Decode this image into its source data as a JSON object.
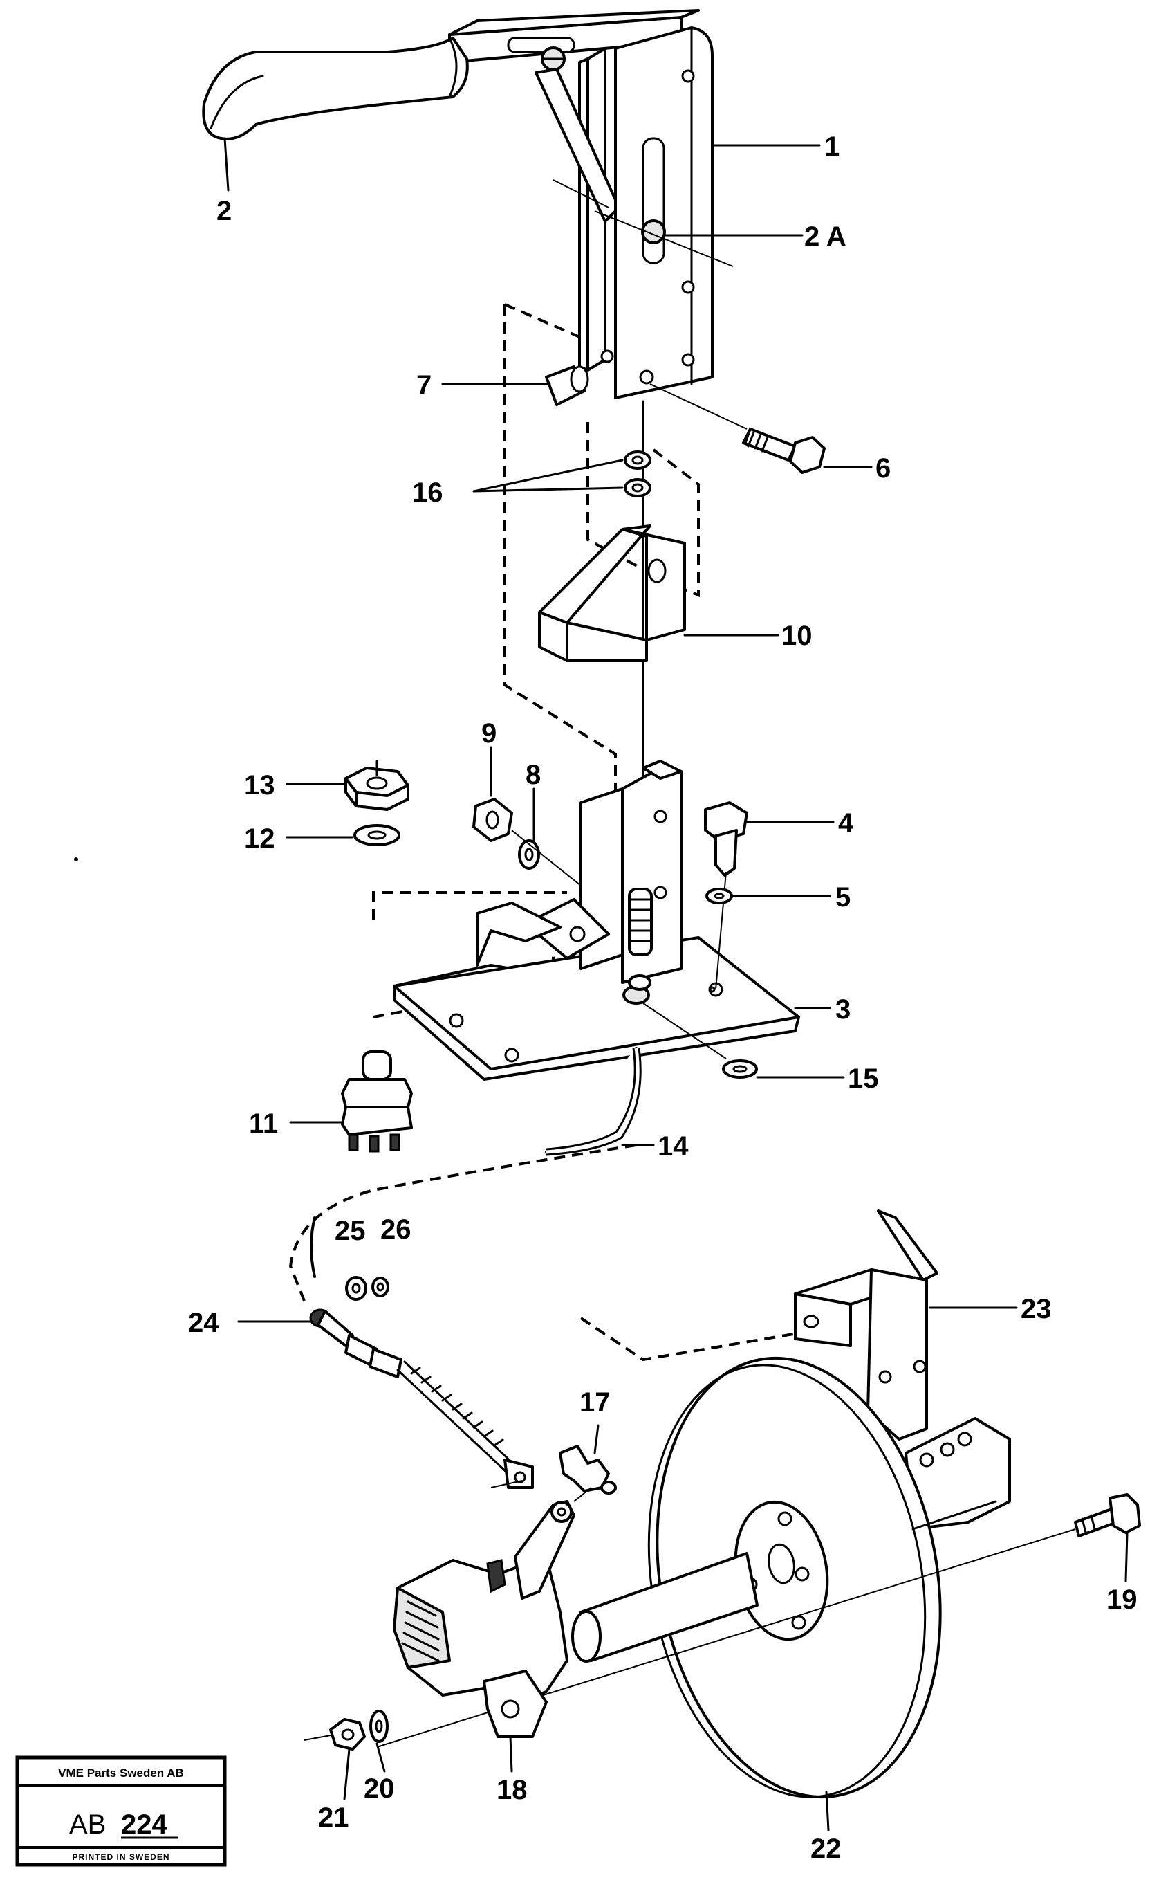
{
  "labels": {
    "l1": "1",
    "l2": "2",
    "l2a": "2 A",
    "l3": "3",
    "l4": "4",
    "l5": "5",
    "l6": "6",
    "l7": "7",
    "l8": "8",
    "l9": "9",
    "l10": "10",
    "l11": "11",
    "l12": "12",
    "l13": "13",
    "l14": "14",
    "l15": "15",
    "l16": "16",
    "l17": "17",
    "l18": "18",
    "l19": "19",
    "l20": "20",
    "l21": "21",
    "l22": "22",
    "l23": "23",
    "l24": "24",
    "l25": "25",
    "l26": "26"
  },
  "stamp": {
    "company": "VME Parts Sweden AB",
    "code_prefix": "AB",
    "code_number": "224",
    "footer": "PRINTED IN SWEDEN"
  }
}
